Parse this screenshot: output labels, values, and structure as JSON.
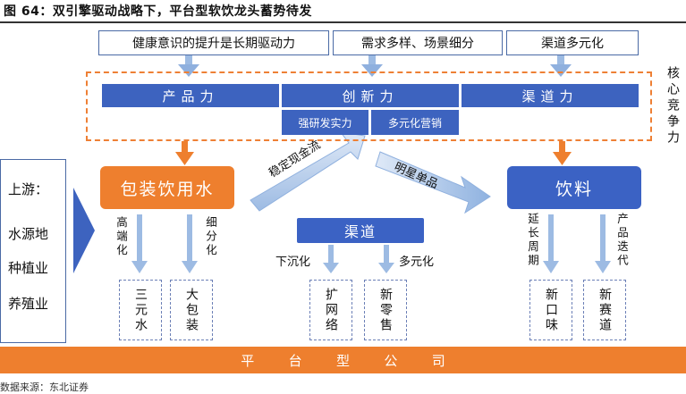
{
  "title": "图 64：双引擎驱动战略下，平台型软饮龙头蓄势待发",
  "drivers": [
    "健康意识的提升是长期驱动力",
    "需求多样、场景细分",
    "渠道多元化"
  ],
  "core": {
    "label": "核心竞争力",
    "product": "产品力",
    "innovation": "创新力",
    "channel": "渠道力",
    "rd": "强研发实力",
    "marketing": "多元化营销"
  },
  "upstream": {
    "title": "上游：",
    "items": [
      "水源地",
      "种植业",
      "养殖业"
    ]
  },
  "packaged_water": {
    "title": "包装饮用水",
    "left_label": "高端化",
    "right_label": "细分化",
    "outputs": [
      "三元水",
      "大包装"
    ]
  },
  "middle_arrows": {
    "left": "稳定现金流",
    "right": "明星单品"
  },
  "channels": {
    "title": "渠道",
    "left_label": "下沉化",
    "right_label": "多元化",
    "outputs": [
      "扩网络",
      "新零售"
    ]
  },
  "beverages": {
    "title": "饮料",
    "left_label": "延长周期",
    "right_label": "产品迭代",
    "outputs": [
      "新口味",
      "新赛道"
    ]
  },
  "bottom_bar": [
    "平",
    "台",
    "型",
    "公",
    "司"
  ],
  "source": "数据来源：东北证券"
}
